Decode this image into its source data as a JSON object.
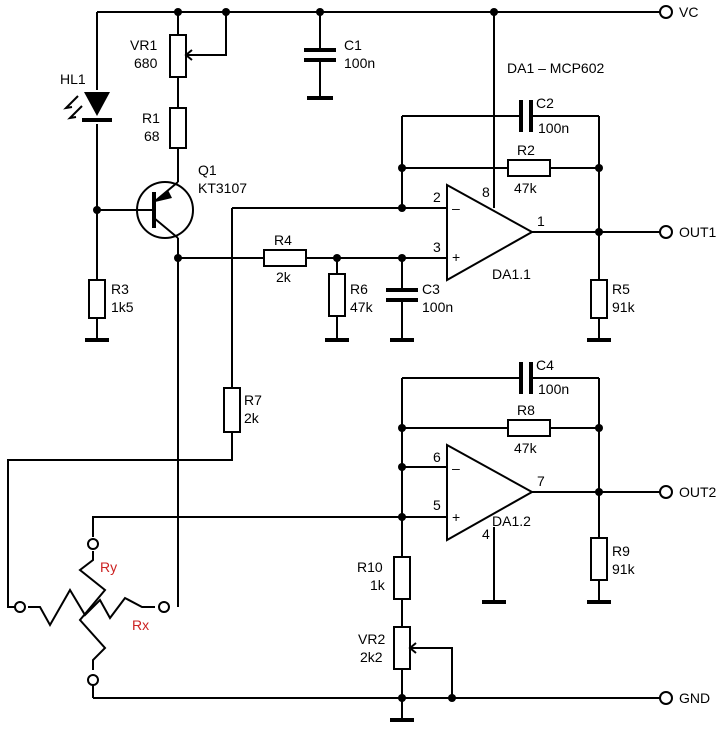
{
  "title": "DA1 – MCP602",
  "terminals": {
    "vc": "VC",
    "out1": "OUT1",
    "out2": "OUT2",
    "gnd": "GND"
  },
  "components": {
    "vr1": {
      "ref": "VR1",
      "value": "680"
    },
    "r1": {
      "ref": "R1",
      "value": "68"
    },
    "hl1": {
      "ref": "HL1"
    },
    "q1": {
      "ref": "Q1",
      "value": "KT3107"
    },
    "r3": {
      "ref": "R3",
      "value": "1k5"
    },
    "c1": {
      "ref": "C1",
      "value": "100n"
    },
    "c2": {
      "ref": "C2",
      "value": "100n"
    },
    "r2": {
      "ref": "R2",
      "value": "47k"
    },
    "r4": {
      "ref": "R4",
      "value": "2k"
    },
    "r6": {
      "ref": "R6",
      "value": "47k"
    },
    "c3": {
      "ref": "C3",
      "value": "100n"
    },
    "r5": {
      "ref": "R5",
      "value": "91k"
    },
    "r7": {
      "ref": "R7",
      "value": "2k"
    },
    "c4": {
      "ref": "C4",
      "value": "100n"
    },
    "r8": {
      "ref": "R8",
      "value": "47k"
    },
    "r9": {
      "ref": "R9",
      "value": "91k"
    },
    "r10": {
      "ref": "R10",
      "value": "1k"
    },
    "vr2": {
      "ref": "VR2",
      "value": "2k2"
    },
    "da11": {
      "ref": "DA1.1"
    },
    "da12": {
      "ref": "DA1.2"
    },
    "rx": {
      "ref": "Rx"
    },
    "ry": {
      "ref": "Ry"
    }
  },
  "pins": {
    "da11": {
      "inv": "2",
      "noninv": "3",
      "out": "1",
      "vcc": "8"
    },
    "da12": {
      "inv": "6",
      "noninv": "5",
      "out": "7",
      "gnd": "4"
    }
  },
  "opamp_signs": {
    "minus": "–",
    "plus": "+"
  },
  "colors": {
    "wire": "#000000",
    "sensor_label": "#cc2222"
  }
}
